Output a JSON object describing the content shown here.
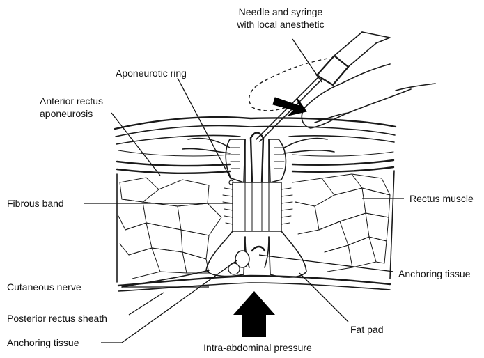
{
  "labels": {
    "needle": "Needle and syringe\nwith local anesthetic",
    "aponeurotic_ring": "Aponeurotic ring",
    "anterior_rectus": "Anterior rectus\naponeurosis",
    "fibrous_band": "Fibrous band",
    "rectus_muscle": "Rectus muscle",
    "anchoring_tissue_right": "Anchoring tissue",
    "cutaneous_nerve": "Cutaneous nerve",
    "posterior_rectus_sheath": "Posterior rectus sheath",
    "fat_pad": "Fat pad",
    "anchoring_tissue_left": "Anchoring tissue",
    "intra_abdominal_pressure": "Intra-abdominal pressure"
  },
  "colors": {
    "ink": "#1a1a1a",
    "arrow": "#000000",
    "background": "#ffffff"
  }
}
